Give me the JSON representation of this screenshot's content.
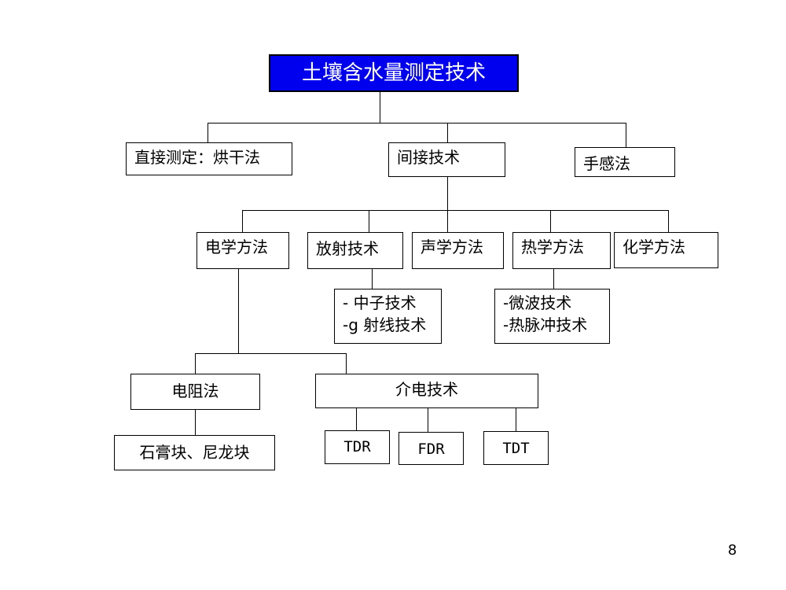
{
  "root": "土壤含水量测定技术",
  "level1": {
    "direct": "直接测定：烘干法",
    "indirect": "间接技术",
    "hand": "手感法"
  },
  "level2": {
    "electrical": "电学方法",
    "radiation": "放射技术",
    "acoustic": "声学方法",
    "thermal": "热学方法",
    "chemical": "化学方法"
  },
  "radiation_methods": [
    "- 中子技术",
    "-g 射线技术"
  ],
  "thermal_methods": [
    "-微波技术",
    "-热脉冲技术"
  ],
  "electrical_methods": {
    "resistance": "电阻法",
    "resistance_examples": "石膏块、尼龙块",
    "dielectric": "介电技术"
  },
  "dielectric_methods": [
    "TDR",
    "FDR",
    "TDT"
  ],
  "page_number": "8"
}
